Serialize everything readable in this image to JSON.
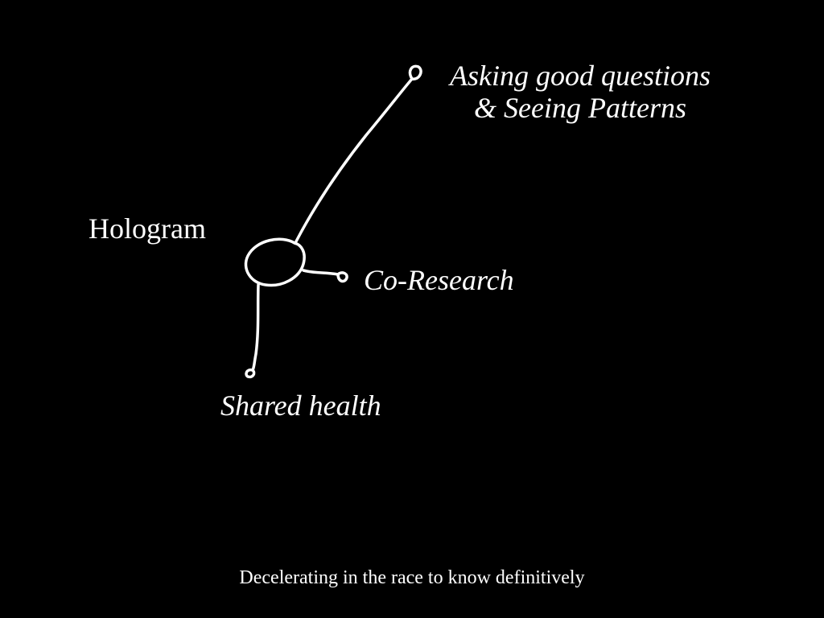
{
  "slide": {
    "background": "#000000",
    "text_color": "#ffffff"
  },
  "diagram": {
    "center_label": "Hologram",
    "branches": {
      "top": {
        "line1": "Asking good questions",
        "line2": "& Seeing Patterns"
      },
      "right": {
        "label": "Co-Research"
      },
      "bottom": {
        "label": "Shared health"
      }
    }
  },
  "footer": {
    "caption": "Decelerating in the race to know definitively"
  }
}
